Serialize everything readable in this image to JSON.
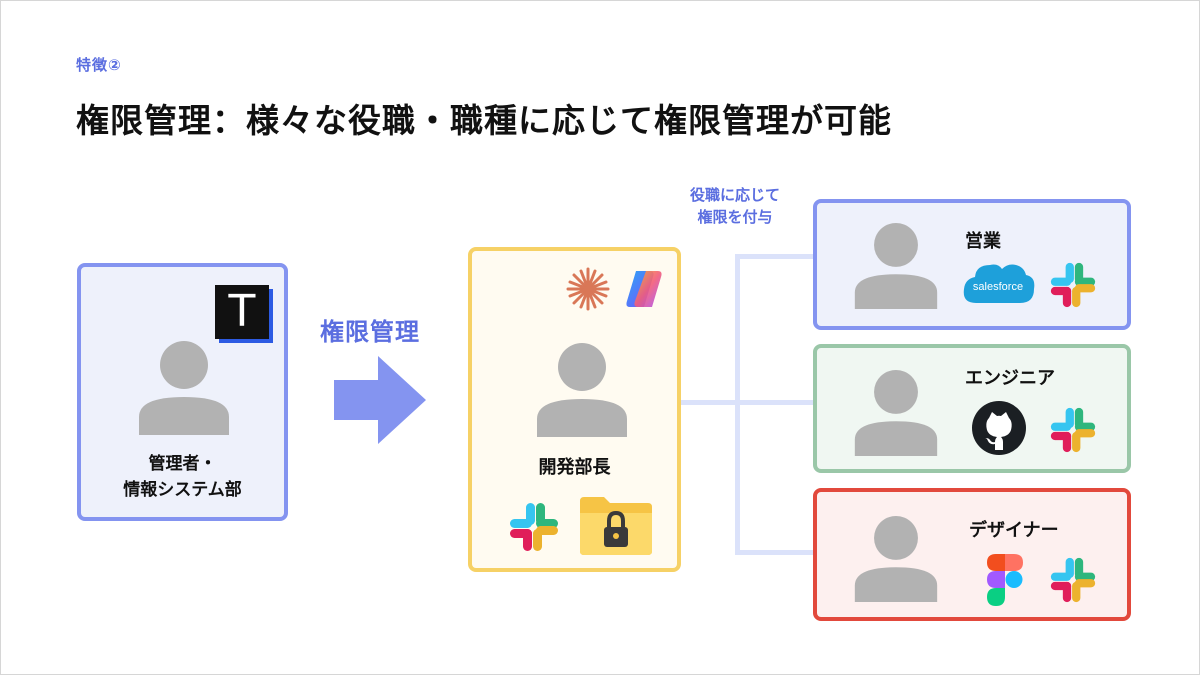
{
  "header": {
    "section_label": "特徴②",
    "title": "権限管理：様々な役職・職種に応じて権限管理が可能"
  },
  "admin": {
    "label_line1": "管理者・",
    "label_line2": "情報システム部",
    "logo_text": "T"
  },
  "arrow": {
    "label": "権限管理"
  },
  "department_head": {
    "label": "開発部長",
    "apps": [
      "claude-icon",
      "copilot-icon",
      "slack-icon",
      "locked-folder-icon"
    ]
  },
  "permission_note": {
    "line1": "役職に応じて",
    "line2": "権限を付与"
  },
  "roles": [
    {
      "label": "営業",
      "apps": [
        "salesforce-logo",
        "slack-icon"
      ],
      "salesforce_text": "salesforce"
    },
    {
      "label": "エンジニア",
      "apps": [
        "github-icon",
        "slack-icon"
      ]
    },
    {
      "label": "デザイナー",
      "apps": [
        "figma-icon",
        "slack-icon"
      ]
    }
  ],
  "colors": {
    "accent": "#5b6ee0",
    "blue_border": "#8494f0",
    "yellow_border": "#f6d166",
    "green_border": "#9ac7a8",
    "red_border": "#e2493c",
    "person_gray": "#b2b2b2"
  }
}
